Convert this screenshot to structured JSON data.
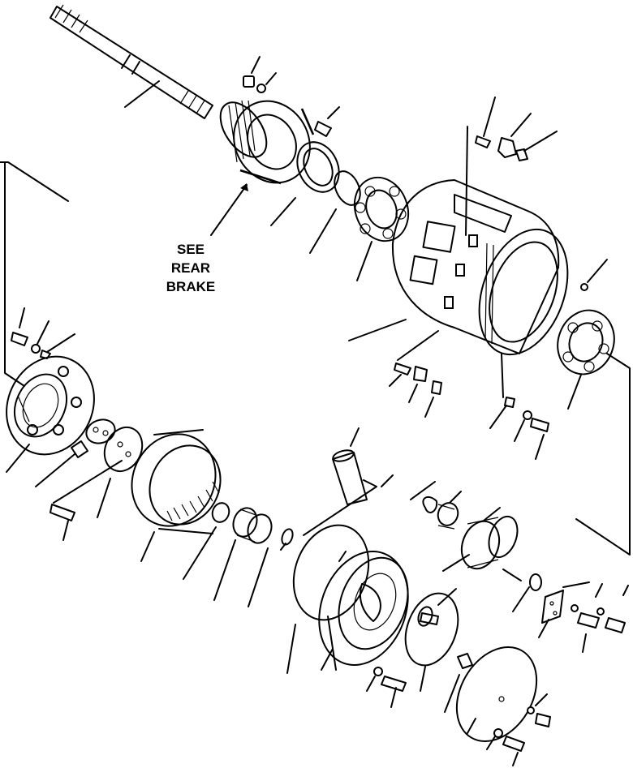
{
  "diagram": {
    "callout": {
      "line1": "SEE",
      "line2": "REAR",
      "line3": "BRAKE"
    },
    "stroke_color": "#000000",
    "background": "#ffffff"
  }
}
